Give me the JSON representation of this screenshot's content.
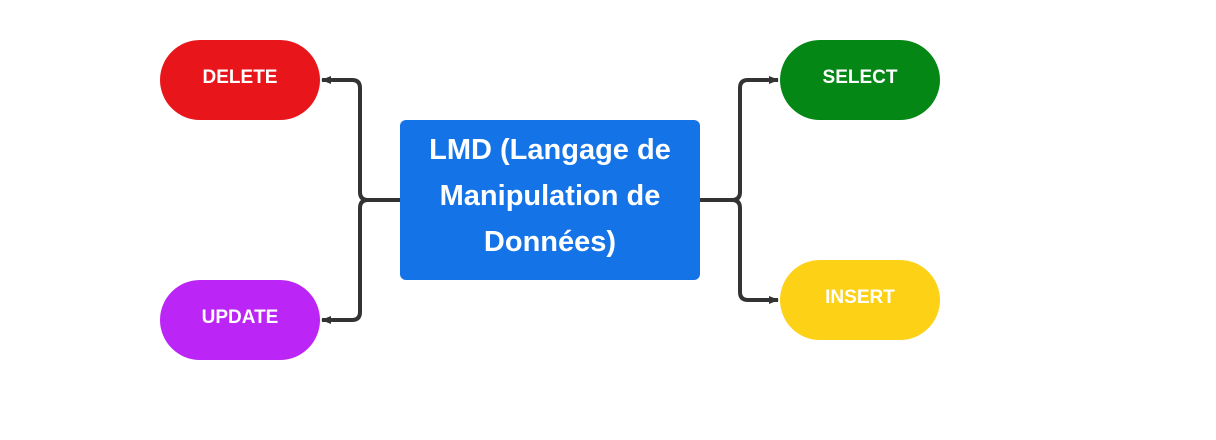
{
  "diagram": {
    "center": {
      "label": "LMD (Langage de Manipulation de Données)",
      "color": "#1473e6"
    },
    "nodes": [
      {
        "id": "delete",
        "label": "DELETE",
        "color": "#e8161a"
      },
      {
        "id": "update",
        "label": "UPDATE",
        "color": "#bb25f5"
      },
      {
        "id": "select",
        "label": "SELECT",
        "color": "#058716"
      },
      {
        "id": "insert",
        "label": "INSERT",
        "color": "#fcd116"
      }
    ],
    "connector_color": "#333333",
    "edges": [
      {
        "from": "center",
        "to": "delete"
      },
      {
        "from": "center",
        "to": "update"
      },
      {
        "from": "center",
        "to": "select"
      },
      {
        "from": "center",
        "to": "insert"
      }
    ]
  }
}
